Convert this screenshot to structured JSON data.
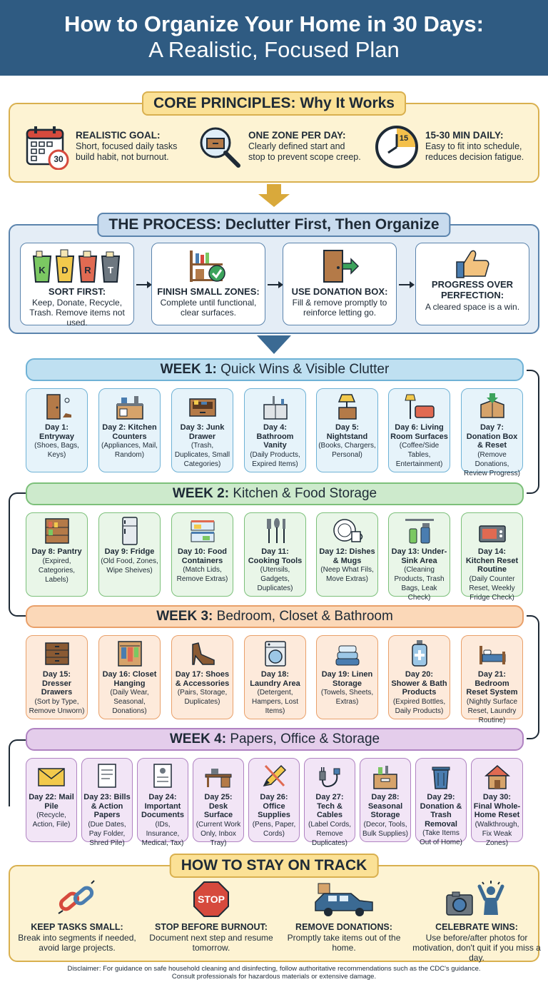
{
  "header": {
    "title": "How to Organize Your Home in 30 Days:",
    "subtitle": "A Realistic, Focused Plan"
  },
  "core": {
    "title": "CORE PRINCIPLES: Why It Works",
    "items": [
      {
        "heading": "REALISTIC GOAL:",
        "desc": "Short, focused daily tasks build habit, not burnout.",
        "icon": "calendar-icon",
        "icon_text": "30"
      },
      {
        "heading": "ONE ZONE PER DAY:",
        "desc": "Clearly defined start and stop to prevent scope creep.",
        "icon": "magnifier-icon"
      },
      {
        "heading": "15-30 MIN DAILY:",
        "desc": "Easy to fit into schedule, reduces decision fatigue.",
        "icon": "clock-icon",
        "icon_text": "15"
      }
    ]
  },
  "process": {
    "title": "THE PROCESS: Declutter First, Then Organize",
    "bin_letters": [
      "K",
      "D",
      "R",
      "T"
    ],
    "cards": [
      {
        "heading": "SORT FIRST:",
        "desc": "Keep, Donate, Recycle, Trash. Remove items not used.",
        "icon": "sorting-bins-icon"
      },
      {
        "heading": "FINISH SMALL ZONES:",
        "desc": "Complete until functional, clear surfaces.",
        "icon": "shelf-check-icon"
      },
      {
        "heading": "USE DONATION BOX:",
        "desc": "Fill & remove promptly to reinforce letting go.",
        "icon": "door-exit-icon"
      },
      {
        "heading": "PROGRESS OVER PERFECTION:",
        "desc": "A cleared space is a win.",
        "icon": "thumbs-up-icon"
      }
    ]
  },
  "weeks": [
    {
      "label": "WEEK 1:",
      "subtitle": "Quick Wins & Visible Clutter",
      "days": [
        {
          "title": "Day 1: Entryway",
          "desc": "(Shoes, Bags, Keys)",
          "icon": "door-icon"
        },
        {
          "title": "Day 2: Kitchen Counters",
          "desc": "(Appliances, Mail, Random)",
          "icon": "kitchen-counter-icon"
        },
        {
          "title": "Day 3: Junk Drawer",
          "desc": "(Trash, Duplicates, Small Categories)",
          "icon": "drawer-icon"
        },
        {
          "title": "Day 4: Bathroom Vanity",
          "desc": "(Daily Products, Expired Items)",
          "icon": "vanity-icon"
        },
        {
          "title": "Day 5: Nightstand",
          "desc": "(Books, Chargers, Personal)",
          "icon": "nightstand-icon"
        },
        {
          "title": "Day 6: Living Room Surfaces",
          "desc": "(Coffee/Side Tables, Entertainment)",
          "icon": "sofa-lamp-icon"
        },
        {
          "title": "Day 7: Donation Box & Reset",
          "desc": "(Remove Donations, Review Progress)",
          "icon": "donation-box-icon"
        }
      ]
    },
    {
      "label": "WEEK 2:",
      "subtitle": "Kitchen & Food Storage",
      "days": [
        {
          "title": "Day 8: Pantry",
          "desc": "(Expired, Categories, Labels)",
          "icon": "pantry-icon"
        },
        {
          "title": "Day 9: Fridge",
          "desc": "(Old Food, Zones, Wipe Sheives)",
          "icon": "fridge-icon"
        },
        {
          "title": "Day 10: Food Containers",
          "desc": "(Match Lids, Remove Extras)",
          "icon": "containers-icon"
        },
        {
          "title": "Day 11: Cooking Tools",
          "desc": "(Utensils, Gadgets, Duplicates)",
          "icon": "utensils-icon"
        },
        {
          "title": "Day 12: Dishes & Mugs",
          "desc": "(Neep What Fils, Move Extras)",
          "icon": "dishes-icon"
        },
        {
          "title": "Day 13: Under-Sink Area",
          "desc": "(Cleaning Products, Trash Bags, Leak Check)",
          "icon": "spray-bottle-icon"
        },
        {
          "title": "Day 14: Kitchen Reset Routine",
          "desc": "(Daily Counter Reset, Weekly Fridge Check)",
          "icon": "microwave-icon"
        }
      ]
    },
    {
      "label": "WEEK 3:",
      "subtitle": "Bedroom, Closet & Bathroom",
      "days": [
        {
          "title": "Day 15: Dresser Drawers",
          "desc": "(Sort by Type, Remove Unworn)",
          "icon": "dresser-icon"
        },
        {
          "title": "Day 16: Closet Hanging",
          "desc": "(Daily Wear, Seasonal, Donations)",
          "icon": "closet-icon"
        },
        {
          "title": "Day 17: Shoes & Accessories",
          "desc": "(Pairs, Storage, Duplicates)",
          "icon": "shoe-icon"
        },
        {
          "title": "Day 18: Laundry Area",
          "desc": "(Detergent, Hampers, Lost Items)",
          "icon": "washer-icon"
        },
        {
          "title": "Day 19: Linen Storage",
          "desc": "(Towels, Sheets, Extras)",
          "icon": "towels-icon"
        },
        {
          "title": "Day 20: Shower & Bath Products",
          "desc": "(Expired Bottles, Daily Products)",
          "icon": "bottle-icon"
        },
        {
          "title": "Day 21: Bedroom Reset System",
          "desc": "(Nightly Surface Reset, Laundry Routine)",
          "icon": "bed-icon"
        }
      ]
    },
    {
      "label": "WEEK 4:",
      "subtitle": "Papers, Office & Storage",
      "days": [
        {
          "title": "Day 22: Mail Pile",
          "desc": "(Recycle, Action, File)",
          "icon": "envelope-icon"
        },
        {
          "title": "Day 23: Bills & Action Papers",
          "desc": "(Due Dates, Pay Folder, Shred Pile)",
          "icon": "bill-icon"
        },
        {
          "title": "Day 24: Important Documents",
          "desc": "(IDs, Insurance, Medical, Tax)",
          "icon": "document-icon"
        },
        {
          "title": "Day 25: Desk Surface",
          "desc": "(Current Work Only, Inbox Tray)",
          "icon": "desk-icon"
        },
        {
          "title": "Day 26: Office Supplies",
          "desc": "(Pens, Paper, Cords)",
          "icon": "pencil-icon"
        },
        {
          "title": "Day 27: Tech & Cables",
          "desc": "(Label Cords, Remove Duplicates)",
          "icon": "cable-icon"
        },
        {
          "title": "Day 28: Seasonal Storage",
          "desc": "(Decor, Tools, Bulk Supplies)",
          "icon": "storage-box-icon"
        },
        {
          "title": "Day 29: Donation & Trash Removal",
          "desc": "(Take Items Out of Home)",
          "icon": "trash-can-icon"
        },
        {
          "title": "Day 30: Final Whole-Home Reset",
          "desc": "(Walkthrough, Fix Weak Zones)",
          "icon": "house-icon"
        }
      ]
    }
  ],
  "track": {
    "title": "HOW TO STAY ON TRACK",
    "stop_sign_text": "STOP",
    "items": [
      {
        "heading": "KEEP TASKS SMALL:",
        "desc": "Break into segments if needed, avoid large projects.",
        "icon": "chain-link-icon"
      },
      {
        "heading": "STOP BEFORE BURNOUT:",
        "desc": "Document next step and resume tomorrow.",
        "icon": "stop-sign-icon"
      },
      {
        "heading": "REMOVE DONATIONS:",
        "desc": "Promptly take items out of the home.",
        "icon": "car-box-icon"
      },
      {
        "heading": "CELEBRATE WINS:",
        "desc": "Use before/after photos for motivation, don't quit if you miss a day.",
        "icon": "camera-celebrate-icon"
      }
    ]
  },
  "disclaimer": {
    "line1": "Disclaimer: For guidance on safe household cleaning and disinfecting, follow authoritative recommendations such as the CDC's guidance.",
    "line2": "Consult professionals for hazardous materials or extensive damage."
  },
  "colors": {
    "header": "#2f5b82",
    "week1": "#bfe0f1",
    "week2": "#cdeacc",
    "week3": "#fbd8b8",
    "week4": "#e4cdeb"
  }
}
